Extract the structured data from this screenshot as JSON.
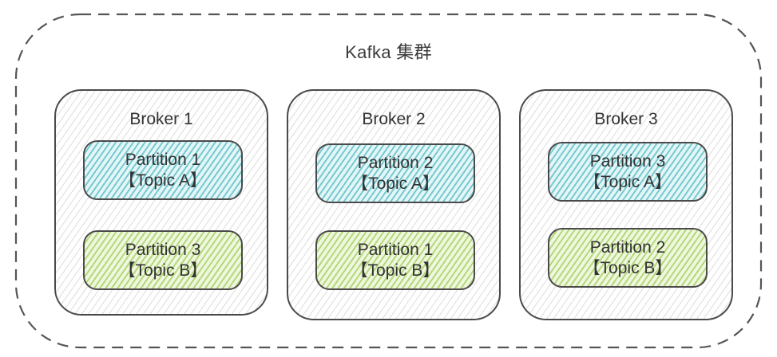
{
  "cluster": {
    "title": "Kafka 集群"
  },
  "brokers": [
    {
      "name": "Broker 1",
      "partitions": [
        {
          "label": "Partition 1",
          "topic": "【Topic A】"
        },
        {
          "label": "Partition 3",
          "topic": "【Topic B】"
        }
      ]
    },
    {
      "name": "Broker 2",
      "partitions": [
        {
          "label": "Partition 2",
          "topic": "【Topic A】"
        },
        {
          "label": "Partition 1",
          "topic": "【Topic B】"
        }
      ]
    },
    {
      "name": "Broker 3",
      "partitions": [
        {
          "label": "Partition 3",
          "topic": "【Topic A】"
        },
        {
          "label": "Partition 2",
          "topic": "【Topic B】"
        }
      ]
    }
  ],
  "colors": {
    "topic_a": "#53bac4",
    "topic_b": "#a0cd5a",
    "stroke": "#4a4a4a"
  }
}
